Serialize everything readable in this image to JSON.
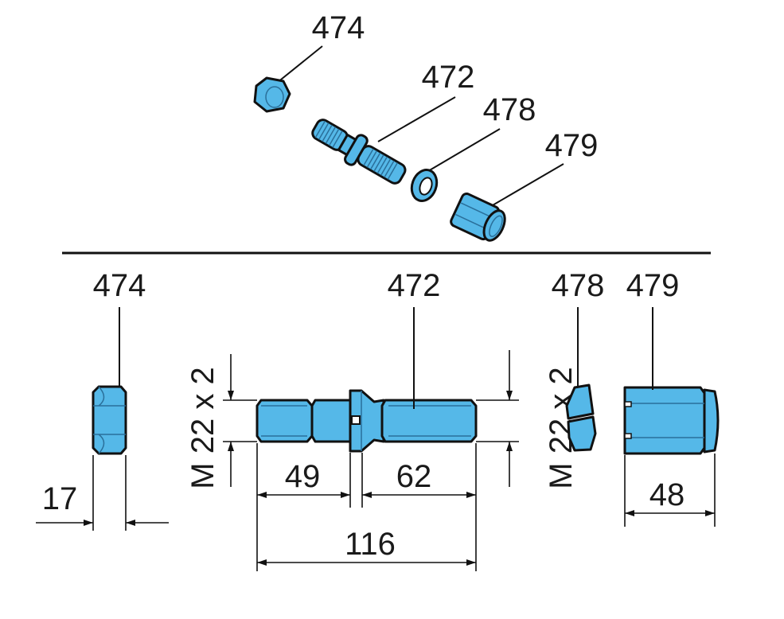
{
  "colors": {
    "part": "#55b8e8",
    "line": "#111111"
  },
  "exploded_view": {
    "labels": [
      "474",
      "472",
      "478",
      "479"
    ]
  },
  "dimension_view": {
    "labels": [
      "474",
      "472",
      "478",
      "479"
    ],
    "dimensions": {
      "nut_width": "17",
      "thread_left": "49",
      "thread_right": "62",
      "total_length": "116",
      "cap_length": "48",
      "thread_spec_left": "M 22 x 2",
      "thread_spec_right": "M 22 x 2"
    }
  }
}
